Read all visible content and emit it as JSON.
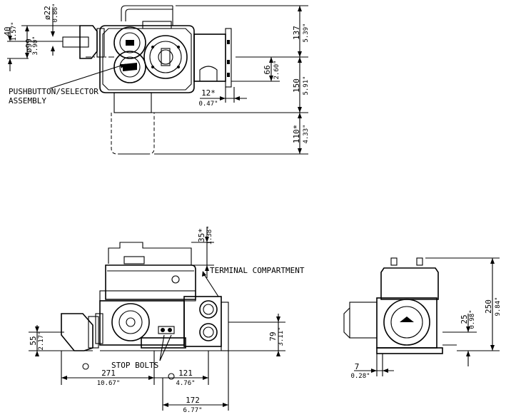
{
  "labels": {
    "pushbutton_line1": "PUSHBUTTON/SELECTOR",
    "pushbutton_line2": "ASSEMBLY",
    "terminal": "TERMINAL COMPARTMENT",
    "stop_bolts": "STOP BOLTS"
  },
  "dims": {
    "d40": "40",
    "d40_in": "1.57\"",
    "dia22": "ø22",
    "dia22_in": "0.86\"",
    "dia99": "ø99",
    "dia99_in": "3.90\"",
    "d137": "137",
    "d137_in": "5.39\"",
    "d66": "66",
    "d66_in": "2.60\"",
    "d150": "150",
    "d150_in": "5.91\"",
    "d12": "12*",
    "d12_in": "0.47\"",
    "d110": "110*",
    "d110_in": "4.33\"",
    "d35": "35*",
    "d35_in": "1.38\"",
    "d55": "55",
    "d55_in": "2.17\"",
    "d79": "79",
    "d79_in": "3.11\"",
    "d271": "271",
    "d271_in": "10.67\"",
    "d121": "121",
    "d121_in": "4.76\"",
    "d172": "172",
    "d172_in": "6.77\"",
    "d25": "25",
    "d25_in": "0.98\"",
    "d250": "250",
    "d250_in": "9.84\"",
    "d7": "7",
    "d7_in": "0.28\""
  }
}
